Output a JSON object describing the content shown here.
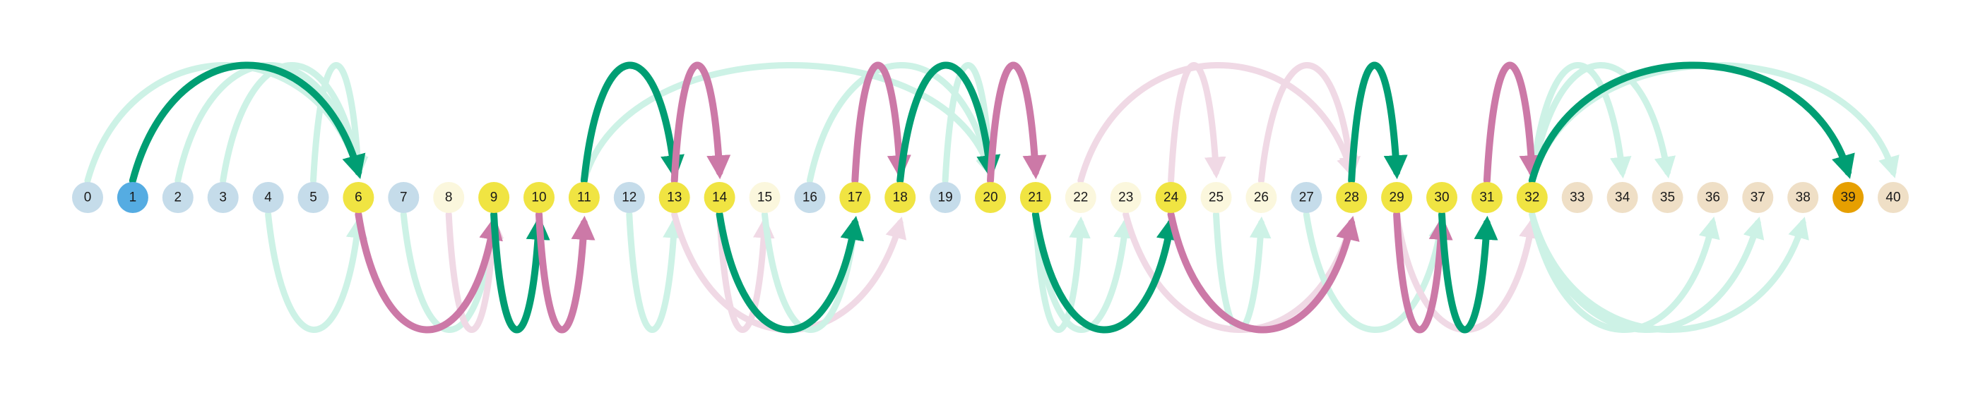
{
  "colors": {
    "blue_light": "#c5dcea",
    "blue_active": "#55ace2",
    "yellow": "#f0e442",
    "cream": "#fbf7dd",
    "beige": "#efdfc6",
    "orange": "#e69f00",
    "green": "#009e73",
    "green_faint": "#cdf2e6",
    "pink": "#cc79a7",
    "pink_faint": "#f0d9e5"
  },
  "nodes": [
    {
      "label": "0",
      "fill": "blue_light"
    },
    {
      "label": "1",
      "fill": "blue_active"
    },
    {
      "label": "2",
      "fill": "blue_light"
    },
    {
      "label": "3",
      "fill": "blue_light"
    },
    {
      "label": "4",
      "fill": "blue_light"
    },
    {
      "label": "5",
      "fill": "blue_light"
    },
    {
      "label": "6",
      "fill": "yellow"
    },
    {
      "label": "7",
      "fill": "blue_light"
    },
    {
      "label": "8",
      "fill": "cream"
    },
    {
      "label": "9",
      "fill": "yellow"
    },
    {
      "label": "10",
      "fill": "yellow"
    },
    {
      "label": "11",
      "fill": "yellow"
    },
    {
      "label": "12",
      "fill": "blue_light"
    },
    {
      "label": "13",
      "fill": "yellow"
    },
    {
      "label": "14",
      "fill": "yellow"
    },
    {
      "label": "15",
      "fill": "cream"
    },
    {
      "label": "16",
      "fill": "blue_light"
    },
    {
      "label": "17",
      "fill": "yellow"
    },
    {
      "label": "18",
      "fill": "yellow"
    },
    {
      "label": "19",
      "fill": "blue_light"
    },
    {
      "label": "20",
      "fill": "yellow"
    },
    {
      "label": "21",
      "fill": "yellow"
    },
    {
      "label": "22",
      "fill": "cream"
    },
    {
      "label": "23",
      "fill": "cream"
    },
    {
      "label": "24",
      "fill": "yellow"
    },
    {
      "label": "25",
      "fill": "cream"
    },
    {
      "label": "26",
      "fill": "cream"
    },
    {
      "label": "27",
      "fill": "blue_light"
    },
    {
      "label": "28",
      "fill": "yellow"
    },
    {
      "label": "29",
      "fill": "yellow"
    },
    {
      "label": "30",
      "fill": "yellow"
    },
    {
      "label": "31",
      "fill": "yellow"
    },
    {
      "label": "32",
      "fill": "yellow"
    },
    {
      "label": "33",
      "fill": "beige"
    },
    {
      "label": "34",
      "fill": "beige"
    },
    {
      "label": "35",
      "fill": "beige"
    },
    {
      "label": "36",
      "fill": "beige"
    },
    {
      "label": "37",
      "fill": "beige"
    },
    {
      "label": "38",
      "fill": "beige"
    },
    {
      "label": "39",
      "fill": "orange"
    },
    {
      "label": "40",
      "fill": "beige"
    }
  ],
  "arcs": [
    {
      "from": 0,
      "to": 6,
      "side": "above",
      "style": "green_faint"
    },
    {
      "from": 2,
      "to": 6,
      "side": "above",
      "style": "green_faint"
    },
    {
      "from": 3,
      "to": 6,
      "side": "above",
      "style": "green_faint"
    },
    {
      "from": 5,
      "to": 6,
      "side": "above",
      "style": "green_faint"
    },
    {
      "from": 4,
      "to": 6,
      "side": "below",
      "style": "green_faint"
    },
    {
      "from": 7,
      "to": 9,
      "side": "below",
      "style": "green_faint"
    },
    {
      "from": 8,
      "to": 9,
      "side": "below",
      "style": "pink_faint"
    },
    {
      "from": 11,
      "to": 20,
      "side": "above",
      "style": "green_faint"
    },
    {
      "from": 12,
      "to": 13,
      "side": "below",
      "style": "green_faint"
    },
    {
      "from": 13,
      "to": 18,
      "side": "below",
      "style": "pink_faint"
    },
    {
      "from": 14,
      "to": 15,
      "side": "below",
      "style": "pink_faint"
    },
    {
      "from": 15,
      "to": 17,
      "side": "below",
      "style": "green_faint"
    },
    {
      "from": 16,
      "to": 20,
      "side": "above",
      "style": "green_faint"
    },
    {
      "from": 19,
      "to": 20,
      "side": "above",
      "style": "green_faint"
    },
    {
      "from": 21,
      "to": 22,
      "side": "below",
      "style": "green_faint"
    },
    {
      "from": 21,
      "to": 23,
      "side": "below",
      "style": "green_faint"
    },
    {
      "from": 22,
      "to": 28,
      "side": "above",
      "style": "pink_faint"
    },
    {
      "from": 24,
      "to": 25,
      "side": "above",
      "style": "pink_faint"
    },
    {
      "from": 25,
      "to": 26,
      "side": "below",
      "style": "green_faint"
    },
    {
      "from": 26,
      "to": 28,
      "side": "above",
      "style": "pink_faint"
    },
    {
      "from": 23,
      "to": 28,
      "side": "below",
      "style": "pink_faint"
    },
    {
      "from": 27,
      "to": 30,
      "side": "below",
      "style": "green_faint"
    },
    {
      "from": 29,
      "to": 32,
      "side": "below",
      "style": "pink_faint"
    },
    {
      "from": 32,
      "to": 35,
      "side": "above",
      "style": "green_faint"
    },
    {
      "from": 32,
      "to": 34,
      "side": "above",
      "style": "green_faint"
    },
    {
      "from": 32,
      "to": 40,
      "side": "above",
      "style": "green_faint"
    },
    {
      "from": 32,
      "to": 36,
      "side": "below",
      "style": "green_faint"
    },
    {
      "from": 32,
      "to": 37,
      "side": "below",
      "style": "green_faint"
    },
    {
      "from": 32,
      "to": 38,
      "side": "below",
      "style": "green_faint"
    },
    {
      "from": 1,
      "to": 6,
      "side": "above",
      "style": "green"
    },
    {
      "from": 6,
      "to": 9,
      "side": "below",
      "style": "pink"
    },
    {
      "from": 9,
      "to": 10,
      "side": "below",
      "style": "green"
    },
    {
      "from": 10,
      "to": 11,
      "side": "below",
      "style": "pink"
    },
    {
      "from": 11,
      "to": 13,
      "side": "above",
      "style": "green"
    },
    {
      "from": 13,
      "to": 14,
      "side": "above",
      "style": "pink"
    },
    {
      "from": 14,
      "to": 17,
      "side": "below",
      "style": "green"
    },
    {
      "from": 17,
      "to": 18,
      "side": "above",
      "style": "pink"
    },
    {
      "from": 18,
      "to": 20,
      "side": "above",
      "style": "green"
    },
    {
      "from": 20,
      "to": 21,
      "side": "above",
      "style": "pink"
    },
    {
      "from": 21,
      "to": 24,
      "side": "below",
      "style": "green"
    },
    {
      "from": 24,
      "to": 28,
      "side": "below",
      "style": "pink"
    },
    {
      "from": 28,
      "to": 29,
      "side": "above",
      "style": "green"
    },
    {
      "from": 29,
      "to": 30,
      "side": "below",
      "style": "pink"
    },
    {
      "from": 30,
      "to": 31,
      "side": "below",
      "style": "green"
    },
    {
      "from": 31,
      "to": 32,
      "side": "above",
      "style": "pink"
    },
    {
      "from": 32,
      "to": 39,
      "side": "above",
      "style": "green"
    }
  ]
}
